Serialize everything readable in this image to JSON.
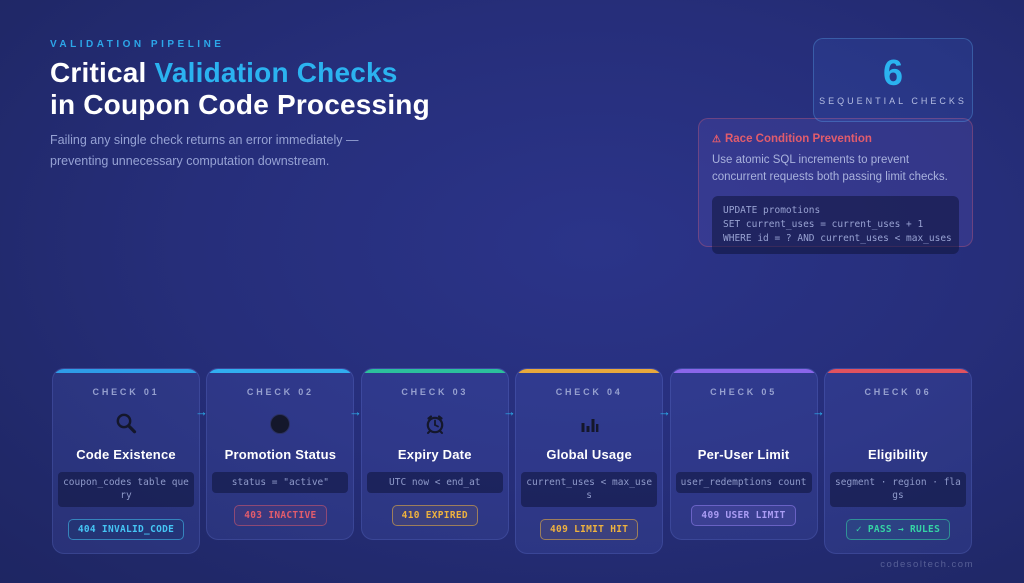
{
  "header": {
    "eyebrow": "VALIDATION PIPELINE",
    "title_line1_white": "Critical ",
    "title_line1_accent": "Validation Checks",
    "title_line2": "in Coupon Code Processing",
    "subtitle": "Failing any single check returns an error immediately — preventing unnecessary computation downstream."
  },
  "colors": {
    "accent_cyan": "#2bb3f0",
    "check_accents": [
      "#2e9ce8",
      "#31aef0",
      "#2cc09c",
      "#e8a83c",
      "#8a66ea",
      "#e0525f"
    ],
    "badge_colors": [
      "#45c6f5",
      "#e25c6c",
      "#efb23e",
      "#efb23e",
      "#aa9cf4",
      "#35d4a5"
    ],
    "warning_red": "#e25c6c"
  },
  "stat_card": {
    "value": "6",
    "label": "SEQUENTIAL CHECKS"
  },
  "race_card": {
    "warning_icon": "⚠",
    "title": "Race Condition Prevention",
    "body": "Use atomic SQL increments to prevent concurrent requests both passing limit checks.",
    "code_line1": "UPDATE promotions",
    "code_line2": "SET current_uses = current_uses + 1",
    "code_line3": "WHERE id = ? AND current_uses < max_uses"
  },
  "checks": [
    {
      "label": "CHECK 01",
      "icon": "magnifier-icon",
      "title": "Code Existence",
      "code": "coupon_codes table query",
      "badge": "404 INVALID_CODE"
    },
    {
      "label": "CHECK 02",
      "icon": "filled-circle-icon",
      "title": "Promotion Status",
      "code": "status = \"active\"",
      "badge": "403 INACTIVE"
    },
    {
      "label": "CHECK 03",
      "icon": "alarm-clock-icon",
      "title": "Expiry Date",
      "code": "UTC now < end_at",
      "badge": "410 EXPIRED"
    },
    {
      "label": "CHECK 04",
      "icon": "bar-chart-icon",
      "title": "Global Usage",
      "code": "current_uses < max_uses",
      "badge": "409 LIMIT HIT"
    },
    {
      "label": "CHECK 05",
      "icon": "none",
      "title": "Per-User Limit",
      "code": "user_redemptions count",
      "badge": "409 USER LIMIT"
    },
    {
      "label": "CHECK 06",
      "icon": "none",
      "title": "Eligibility",
      "code": "segment · region · flags",
      "badge": "✓ PASS → RULES"
    }
  ],
  "flow": {
    "arrow_glyph": "→"
  },
  "footer": {
    "watermark": "codesoltech.com"
  }
}
